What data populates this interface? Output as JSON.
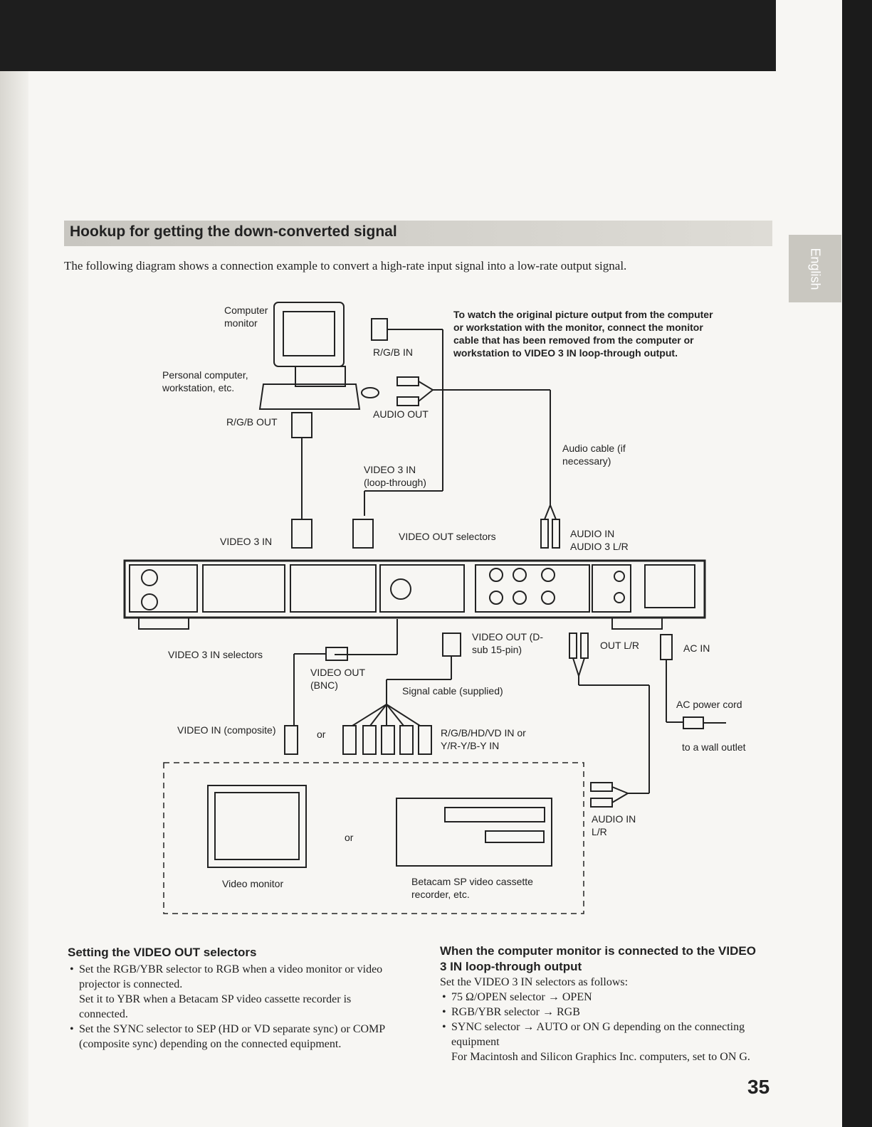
{
  "side_tab": "English",
  "section": {
    "title": "Hookup for getting the down-converted signal",
    "intro": "The following diagram shows a connection example to convert a high-rate input signal into a low-rate output signal."
  },
  "diagram": {
    "computer_monitor": "Computer monitor",
    "personal_computer": "Personal computer, workstation, etc.",
    "rgb_out": "R/G/B OUT",
    "rgb_in": "R/G/B IN",
    "audio_out": "AUDIO OUT",
    "note": "To watch the original picture output from the computer or workstation with the monitor, connect the monitor cable that has been removed from the computer or workstation to VIDEO 3 IN loop-through output.",
    "audio_cable": "Audio cable (if necessary)",
    "video3_loop": "VIDEO 3 IN (loop-through)",
    "video3_in": "VIDEO 3 IN",
    "video_out_selectors": "VIDEO OUT selectors",
    "audio_in_3": "AUDIO IN AUDIO 3 L/R",
    "video3_selectors": "VIDEO 3 IN selectors",
    "video_out_dsub": "VIDEO OUT (D-sub 15-pin)",
    "out_lr": "OUT L/R",
    "ac_in": "AC IN",
    "video_out_bnc": "VIDEO OUT (BNC)",
    "signal_cable": "Signal cable (supplied)",
    "ac_power_cord": "AC power cord",
    "video_in_composite": "VIDEO IN (composite)",
    "or1": "or",
    "rgb_hdvd_in": "R/G/B/HD/VD IN or Y/R-Y/B-Y IN",
    "wall_outlet": "to a wall outlet",
    "audio_in_lr": "AUDIO IN L/R",
    "or2": "or",
    "video_monitor": "Video monitor",
    "betacam": "Betacam SP video cassette recorder, etc."
  },
  "left_col": {
    "heading": "Setting the VIDEO OUT selectors",
    "b1": "Set the RGB/YBR selector to RGB when a video monitor or video projector is connected.",
    "b1b": "Set it to YBR when a Betacam SP video cassette recorder is connected.",
    "b2": "Set the SYNC selector to SEP (HD or VD separate sync) or COMP (composite sync) depending on the connected equipment."
  },
  "right_col": {
    "heading": "When the computer monitor is connected to the VIDEO 3 IN loop-through output",
    "intro": "Set the VIDEO 3 IN selectors as follows:",
    "i1": "75 Ω/OPEN selector → OPEN",
    "i2": "RGB/YBR selector → RGB",
    "i3": "SYNC selector → AUTO or ON G depending on the connecting equipment",
    "i3b": "For Macintosh and Silicon Graphics Inc. computers, set to ON G."
  },
  "page_number": "35"
}
